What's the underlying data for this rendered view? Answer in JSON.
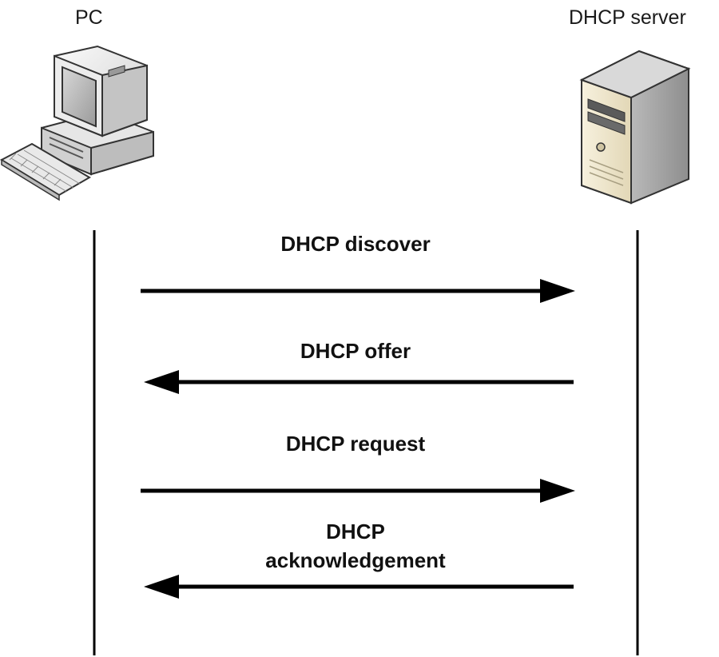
{
  "nodes": {
    "pc": {
      "label": "PC",
      "icon": "desktop-computer-icon"
    },
    "server": {
      "label": "DHCP server",
      "icon": "tower-server-icon"
    }
  },
  "messages": [
    {
      "label": "DHCP discover",
      "direction": "pc-to-server"
    },
    {
      "label": "DHCP offer",
      "direction": "server-to-pc"
    },
    {
      "label": "DHCP request",
      "direction": "pc-to-server"
    },
    {
      "label": "DHCP\nacknowledgement",
      "direction": "server-to-pc"
    }
  ],
  "colors": {
    "line": "#000000",
    "icon_body": "#eeeeee",
    "server_body": "#f3ecd8",
    "outline": "#333333"
  }
}
